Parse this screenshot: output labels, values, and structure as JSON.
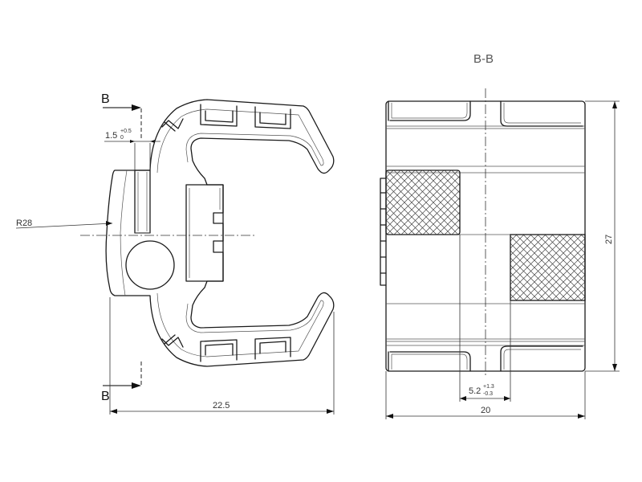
{
  "section_title": "B-B",
  "section_marker": "B",
  "dimensions": {
    "width_front": "22.5",
    "radius": "R28",
    "slot_width_base": "1.5",
    "slot_width_tol_upper": "+0.5",
    "slot_width_tol_lower": "0",
    "width_section": "20",
    "height_section": "27",
    "pad_offset_base": "5.2",
    "pad_offset_tol_upper": "+1.3",
    "pad_offset_tol_lower": "-0.3"
  }
}
